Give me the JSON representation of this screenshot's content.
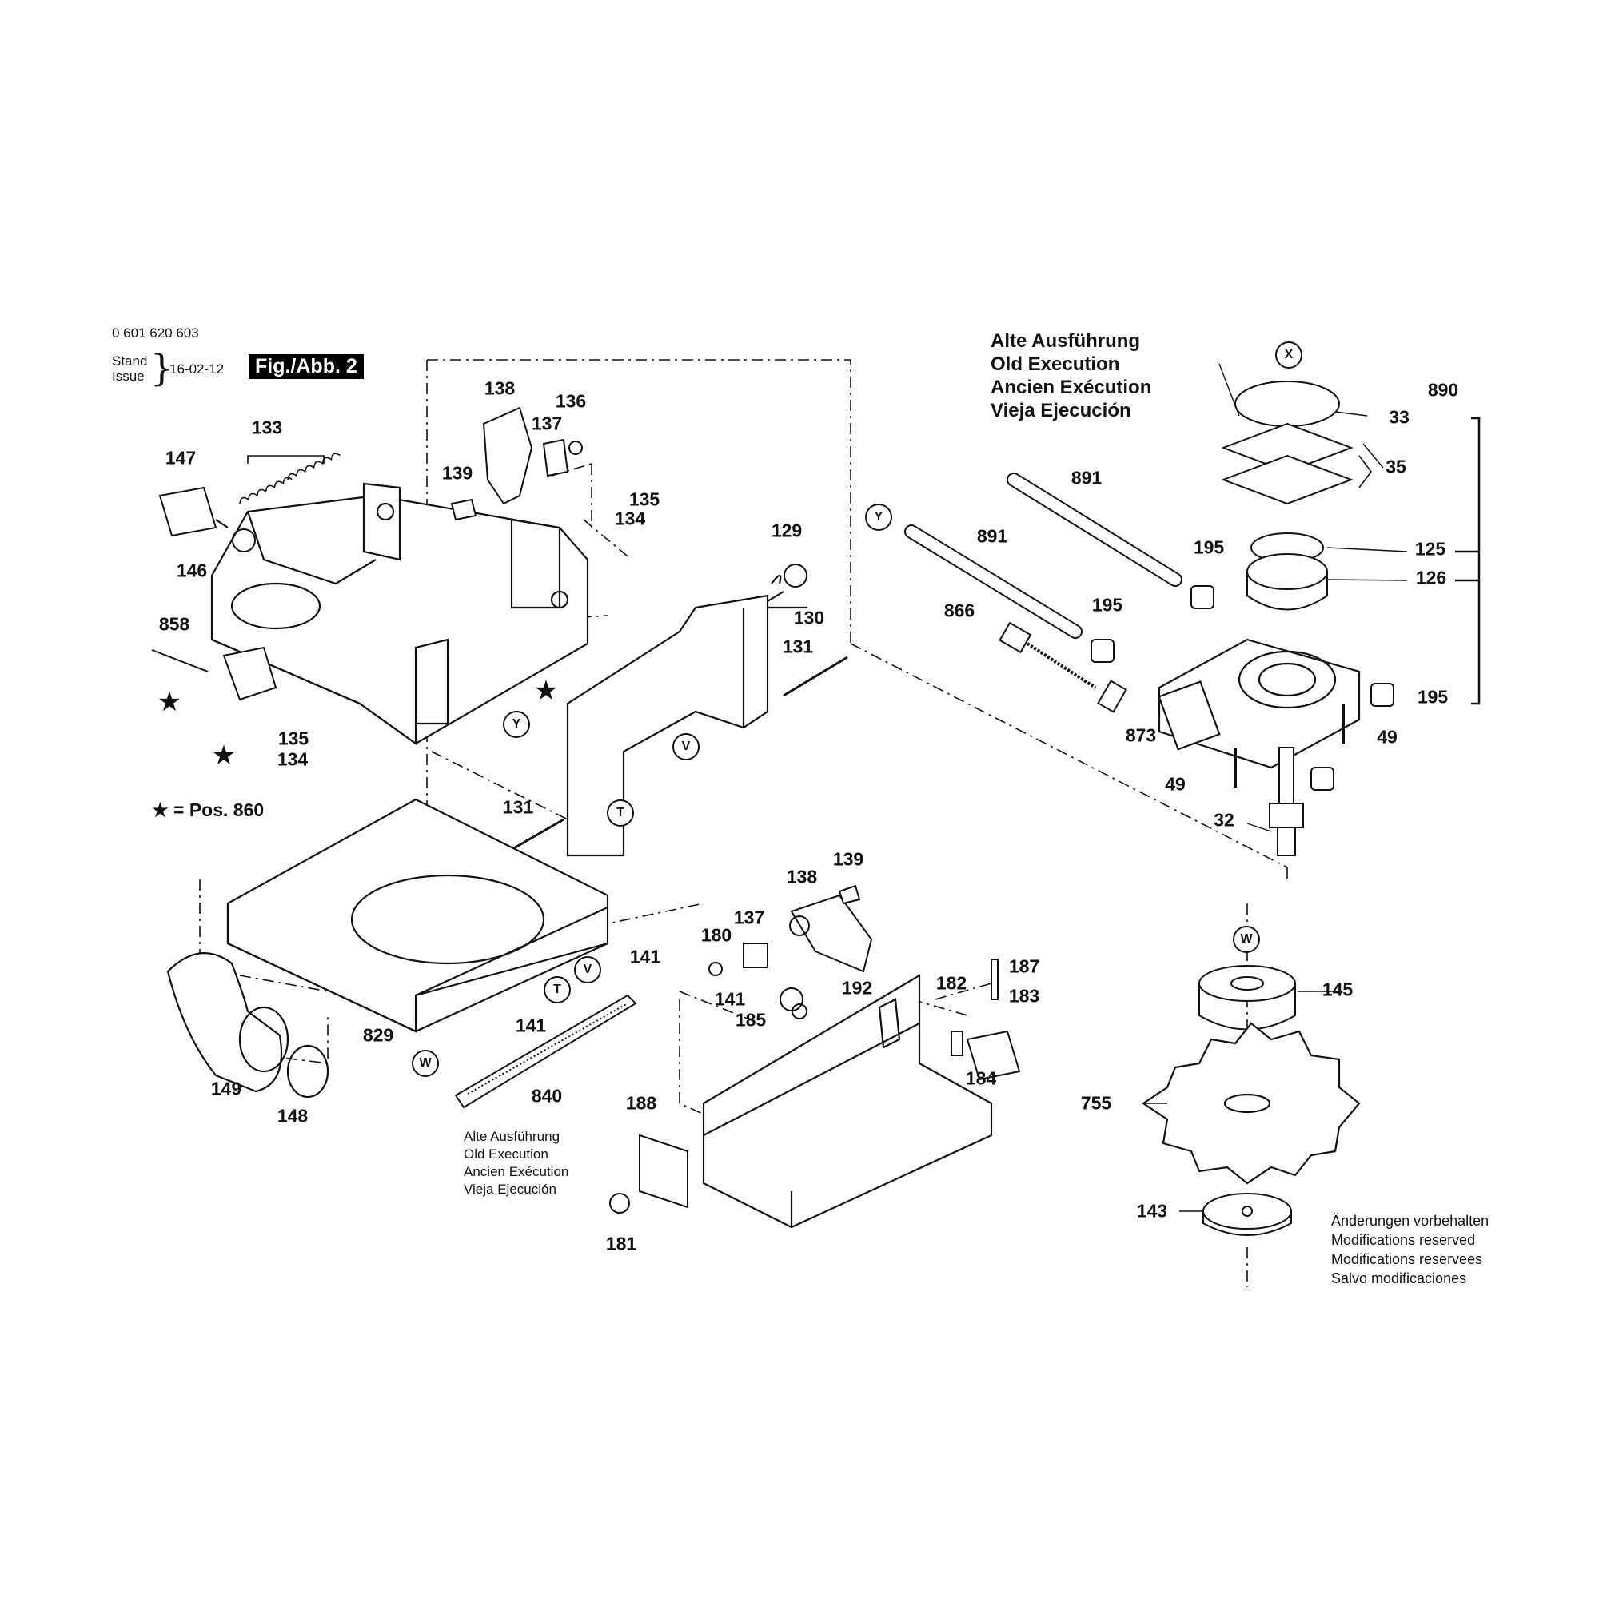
{
  "header": {
    "part_number": "0 601 620 603",
    "stand_label": "Stand",
    "issue_label": "Issue",
    "brace": "}",
    "date": "16-02-12",
    "figure": "Fig./Abb. 2"
  },
  "old_execution_title": [
    "Alte Ausführung",
    "Old Execution",
    "Ancien Exécution",
    "Vieja Ejecución"
  ],
  "old_execution_small": [
    "Alte Ausführung",
    "Old Execution",
    "Ancien Exécution",
    "Vieja Ejecución"
  ],
  "modifications": [
    "Änderungen vorbehalten",
    "Modifications reserved",
    "Modifications reservees",
    "Salvo modificaciones"
  ],
  "star_note": "★ = Pos. 860",
  "star_symbol": "★",
  "part_labels": [
    "147",
    "133",
    "146",
    "858",
    "135",
    "134",
    "138",
    "137",
    "136",
    "139",
    "135",
    "134",
    "129",
    "130",
    "131",
    "131",
    "829",
    "141",
    "141",
    "840",
    "149",
    "148",
    "138",
    "139",
    "137",
    "180",
    "141",
    "185",
    "192",
    "182",
    "187",
    "183",
    "184",
    "188",
    "181",
    "891",
    "891",
    "866",
    "873",
    "195",
    "195",
    "195",
    "890",
    "33",
    "35",
    "125",
    "126",
    "49",
    "49",
    "32",
    "145",
    "755",
    "143"
  ],
  "markers": [
    "X",
    "Y",
    "Y",
    "V",
    "V",
    "T",
    "T",
    "W",
    "W"
  ]
}
